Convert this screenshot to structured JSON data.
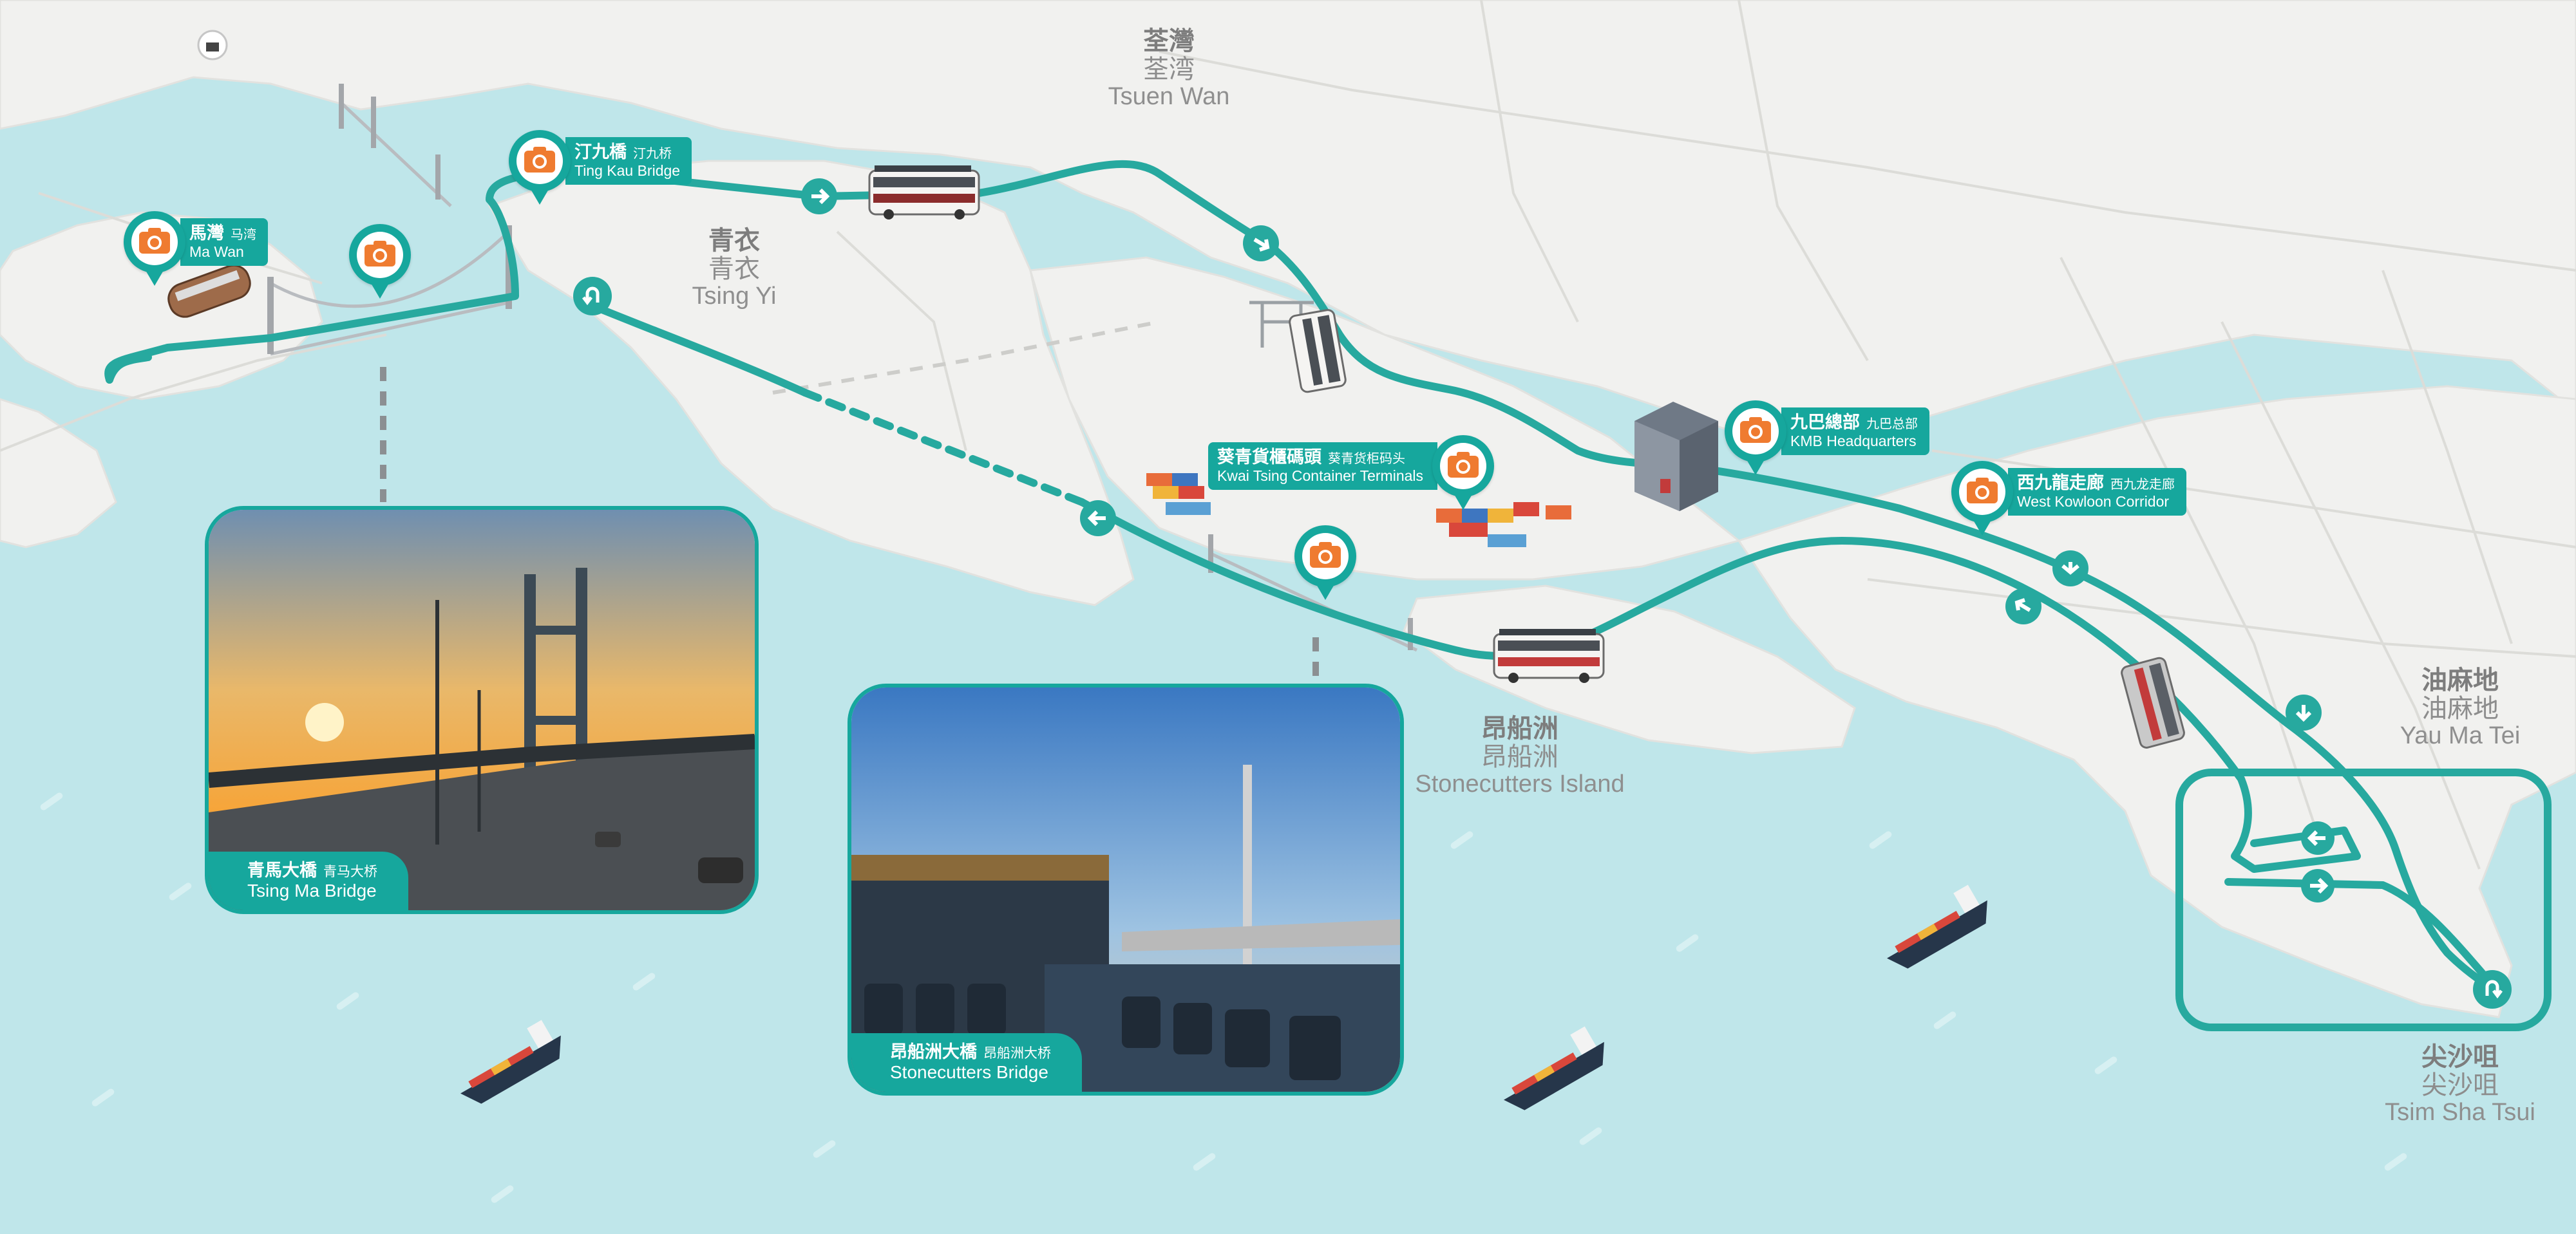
{
  "map_title": "",
  "colors": {
    "sea": "#bfe6ea",
    "land": "#f1f1ef",
    "route": "#27a99f",
    "accent": "#16a79d",
    "label_text": "#ffffff",
    "district_text": "#8a8a8a"
  },
  "districts": [
    {
      "id": "tsuen-wan",
      "tc": "荃灣",
      "sc": "荃湾",
      "en": "Tsuen Wan"
    },
    {
      "id": "tsing-yi",
      "tc": "青衣",
      "sc": "青衣",
      "en": "Tsing Yi"
    },
    {
      "id": "stonecutters-island",
      "tc": "昂船洲",
      "sc": "昂船洲",
      "en": "Stonecutters Island"
    },
    {
      "id": "yau-ma-tei",
      "tc": "油麻地",
      "sc": "油麻地",
      "en": "Yau Ma Tei"
    },
    {
      "id": "tsim-sha-tsui",
      "tc": "尖沙咀",
      "sc": "尖沙咀",
      "en": "Tsim Sha Tsui"
    }
  ],
  "pois": [
    {
      "id": "ma-wan",
      "tc": "馬灣",
      "sc": "马湾",
      "en": "Ma Wan",
      "icon": "camera-icon"
    },
    {
      "id": "ting-kau-bridge",
      "tc": "汀九橋",
      "sc": "汀九桥",
      "en": "Ting Kau Bridge",
      "icon": "camera-icon"
    },
    {
      "id": "kwai-tsing",
      "tc": "葵青貨櫃碼頭",
      "sc": "葵青货柜码头",
      "en": "Kwai Tsing Container Terminals",
      "icon": "camera-icon"
    },
    {
      "id": "kmb-hq",
      "tc": "九巴總部",
      "sc": "九巴总部",
      "en": "KMB Headquarters",
      "icon": "camera-icon"
    },
    {
      "id": "west-kowloon-corridor",
      "tc": "西九龍走廊",
      "sc": "西九龙走廊",
      "en": "West Kowloon Corridor",
      "icon": "camera-icon"
    }
  ],
  "standalone_pins": [
    {
      "id": "tsing-ma-pin",
      "icon": "camera-icon"
    },
    {
      "id": "stonecutters-pin",
      "icon": "camera-icon"
    }
  ],
  "photos": [
    {
      "id": "tsing-ma-bridge",
      "tc": "青馬大橋",
      "sc": "青马大桥",
      "en": "Tsing Ma Bridge",
      "scene": "sunset suspension bridge with traffic"
    },
    {
      "id": "stonecutters-bridge",
      "tc": "昂船洲大橋",
      "sc": "昂船洲大桥",
      "en": "Stonecutters Bridge",
      "scene": "view from open-top bus upper deck"
    }
  ],
  "route_arrows": [
    {
      "direction": "right"
    },
    {
      "direction": "down-right"
    },
    {
      "direction": "u-turn"
    },
    {
      "direction": "left"
    },
    {
      "direction": "down"
    },
    {
      "direction": "up-left"
    },
    {
      "direction": "down"
    },
    {
      "direction": "left"
    },
    {
      "direction": "right"
    },
    {
      "direction": "u-turn"
    }
  ]
}
